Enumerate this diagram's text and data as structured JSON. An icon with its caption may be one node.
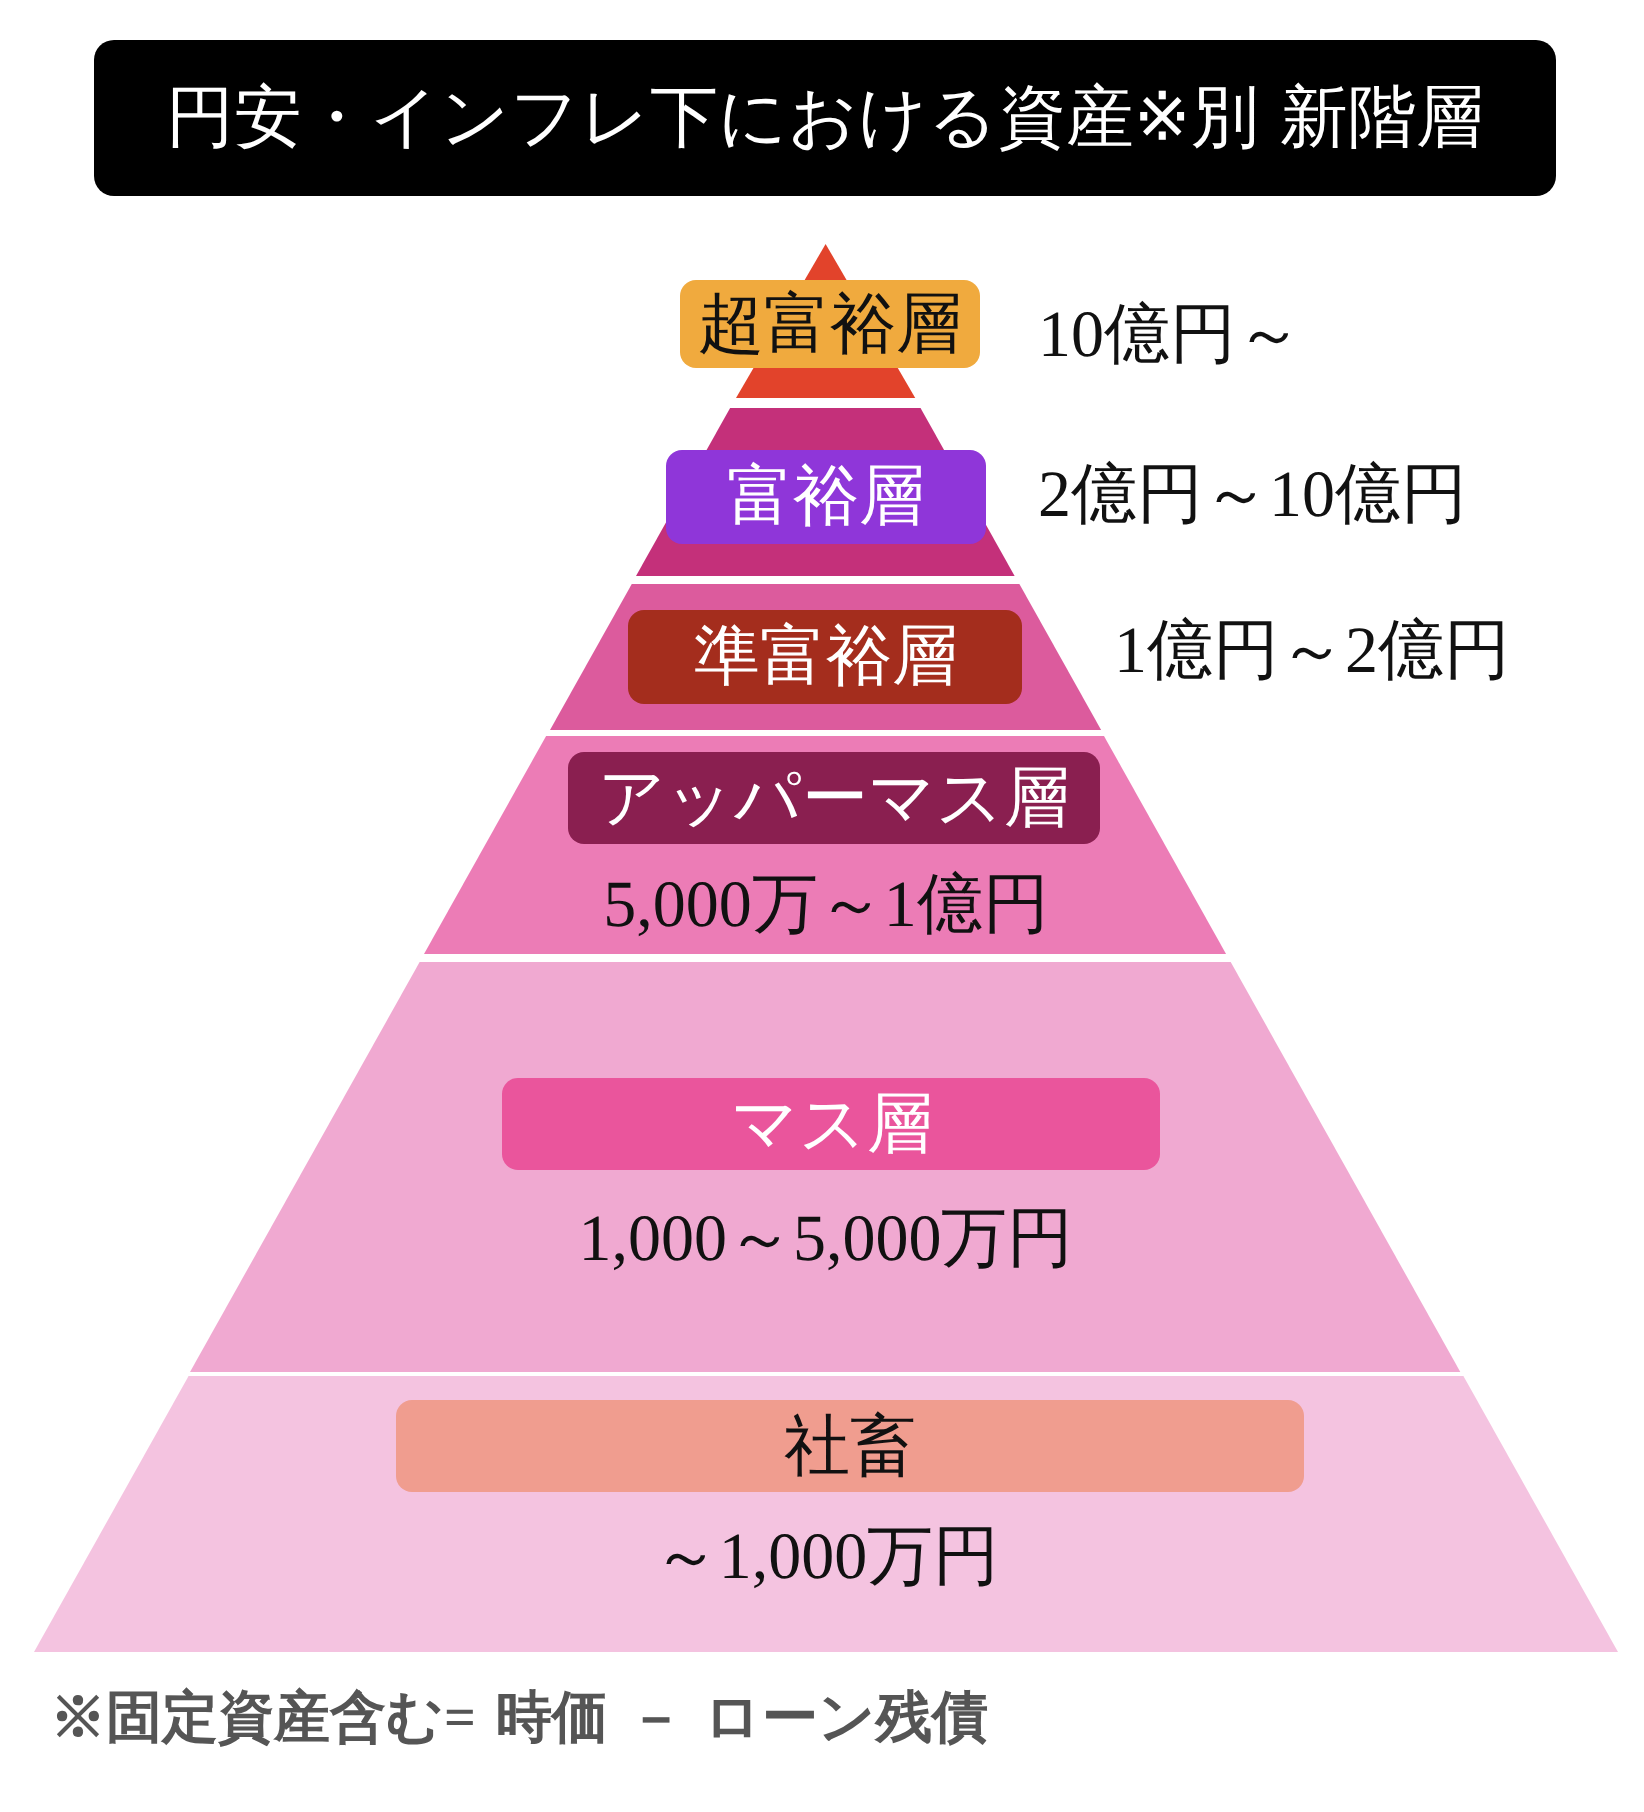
{
  "diagram": {
    "title": "円安・インフレ下における資産※別 新階層",
    "nodes": [
      {
        "text": [],
        "shape": "triangle"
      },
      {
        "text": [
          "超富裕層"
        ],
        "beside": [
          "10億円～"
        ]
      },
      {
        "text": [],
        "shape": "trapezoid"
      },
      {
        "text": [
          "富裕層"
        ],
        "in": 2,
        "beside": [
          "2億円～10億円"
        ]
      },
      {
        "text": [],
        "shape": "trapezoid"
      },
      {
        "text": [
          "準富裕層"
        ],
        "in": 4,
        "beside": [
          "1億円～2億円"
        ]
      },
      {
        "text": [
          "5,000万～1億円"
        ]
      },
      {
        "text": [
          "アッパーマス層"
        ],
        "in": 6
      },
      {
        "text": [
          "1,000～5,000万円"
        ]
      },
      {
        "text": [
          "マス層"
        ],
        "in": 8
      },
      {
        "text": [
          "～1,000万円"
        ]
      },
      {
        "text": [
          "社畜"
        ],
        "in": 10
      }
    ],
    "labels": [
      "※固定資産含む= 時価 － ローン残債"
    ]
  }
}
